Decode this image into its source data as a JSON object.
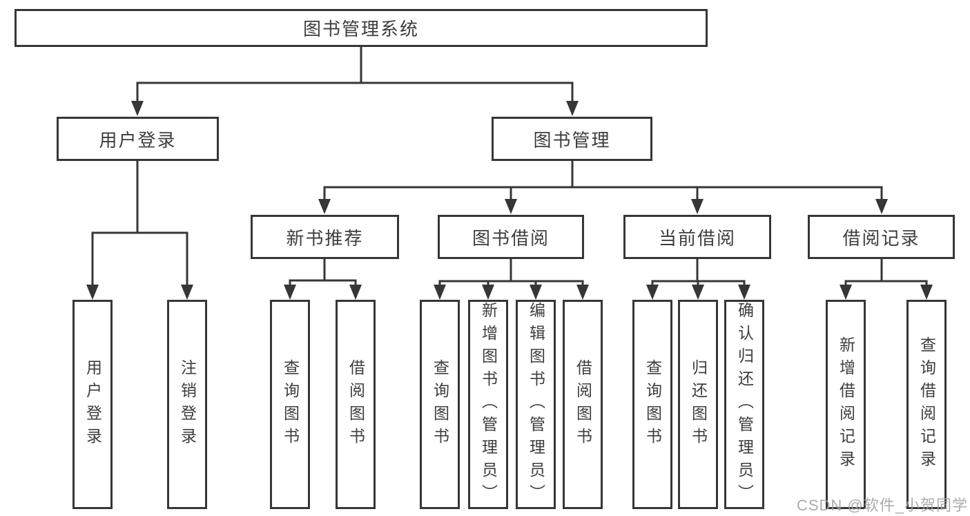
{
  "diagram": {
    "root": {
      "label": "图书管理系统",
      "children": [
        {
          "label": "用户登录",
          "children": [
            {
              "label": "用户登录"
            },
            {
              "label": "注销登录"
            }
          ]
        },
        {
          "label": "图书管理",
          "children": [
            {
              "label": "新书推荐",
              "children": [
                {
                  "label": "查询图书"
                },
                {
                  "label": "借阅图书"
                }
              ]
            },
            {
              "label": "图书借阅",
              "children": [
                {
                  "label": "查询图书"
                },
                {
                  "label": "新增图书（管理员）"
                },
                {
                  "label": "编辑图书（管理员）"
                },
                {
                  "label": "借阅图书"
                }
              ]
            },
            {
              "label": "当前借阅",
              "children": [
                {
                  "label": "查询图书"
                },
                {
                  "label": "归还图书"
                },
                {
                  "label": "确认归还（管理员）"
                }
              ]
            },
            {
              "label": "借阅记录",
              "children": [
                {
                  "label": "新增借阅记录"
                },
                {
                  "label": "查询借阅记录"
                }
              ]
            }
          ]
        }
      ]
    }
  },
  "watermark": {
    "text": "CSDN @软件_小贺同学"
  },
  "colors": {
    "line": "#363636",
    "border": "#363636",
    "text": "#3d3d3d",
    "background": "#ffffff",
    "watermark": "#a3a3a3"
  }
}
